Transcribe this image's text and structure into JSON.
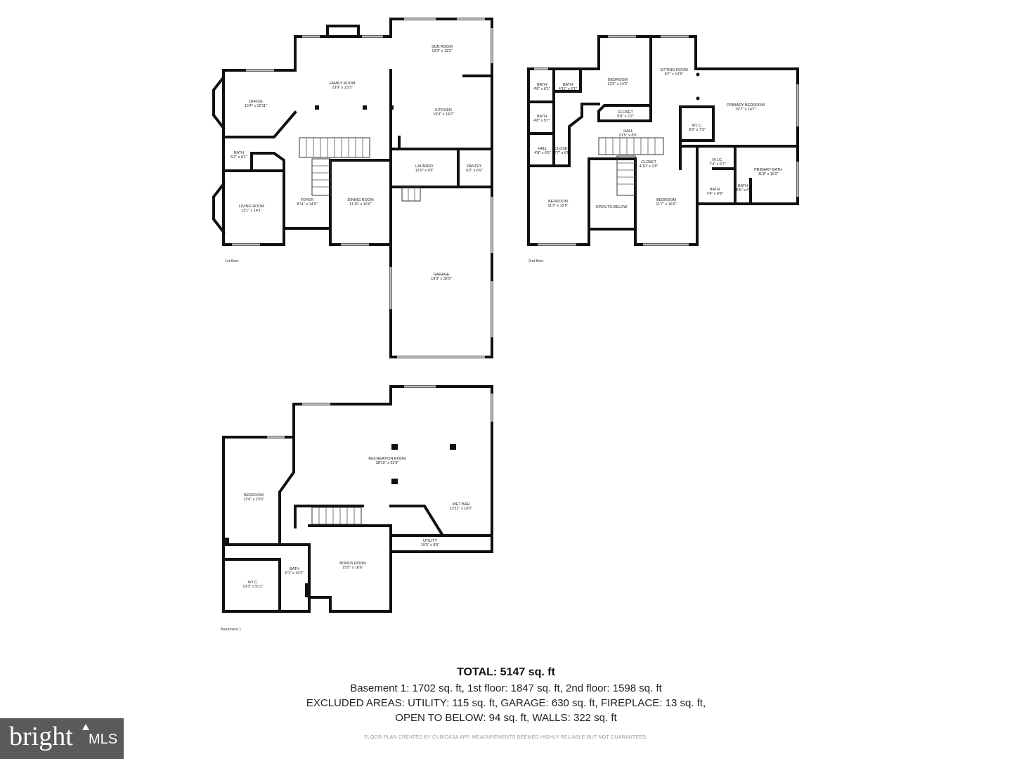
{
  "floors": [
    {
      "label": "1st floor",
      "rooms": [
        {
          "name": "SUN ROOM",
          "dims": "19'3\" x 11'2\""
        },
        {
          "name": "FAMILY ROOM",
          "dims": "23'9\" x 23'3\""
        },
        {
          "name": "OFFICE",
          "dims": "15'4\" x 12'11\""
        },
        {
          "name": "KITCHEN",
          "dims": "19'3\" x 14'2\""
        },
        {
          "name": "BATH",
          "dims": "5'2\" x 6'1\""
        },
        {
          "name": "LAUNDRY",
          "dims": "12'9\" x 9'5\""
        },
        {
          "name": "PANTRY",
          "dims": "6'2\" x 6'9\""
        },
        {
          "name": "FOYER",
          "dims": "8'11\" x 14'0\""
        },
        {
          "name": "DINING ROOM",
          "dims": "11'11\" x 16'6\""
        },
        {
          "name": "LIVING ROOM",
          "dims": "13'1\" x 14'1\""
        },
        {
          "name": "GARAGE",
          "dims": "19'3\" x 32'9\""
        }
      ]
    },
    {
      "label": "2nd floor",
      "rooms": [
        {
          "name": "BATH",
          "dims": "4'8\" x 6'1\""
        },
        {
          "name": "BATH",
          "dims": "4'11\" x 6'1\""
        },
        {
          "name": "BEDROOM",
          "dims": "13'3\" x 14'3\""
        },
        {
          "name": "SITTING ROOM",
          "dims": "8'7\" x 13'5\""
        },
        {
          "name": "PRIMARY BEDROOM",
          "dims": "19'7\" x 14'7\""
        },
        {
          "name": "BATH",
          "dims": "4'8\" x 5'7\""
        },
        {
          "name": "CLOSET",
          "dims": "9'8\" x 2'2\""
        },
        {
          "name": "W.I.C.",
          "dims": "6'2\" x 7'3\""
        },
        {
          "name": "HALL",
          "dims": "21'5\" x 8'6\""
        },
        {
          "name": "HALL",
          "dims": "4'8\" x 6'5\""
        },
        {
          "name": "CLOSET",
          "dims": "2'7\" x 6'5\""
        },
        {
          "name": "W.I.C.",
          "dims": "7'4\" x 6'7\""
        },
        {
          "name": "CLOSET",
          "dims": "4'10\" x 1'8\""
        },
        {
          "name": "PRIMARY BATH",
          "dims": "11'8\" x 11'0\""
        },
        {
          "name": "BATH",
          "dims": "7'4\" x 6'8\""
        },
        {
          "name": "BATH",
          "dims": "5'5\" x 6'"
        },
        {
          "name": "BEDROOM",
          "dims": "11'3\" x 15'6\""
        },
        {
          "name": "OPEN TO BELOW",
          "dims": ""
        },
        {
          "name": "BEDROOM",
          "dims": "11'7\" x 16'6\""
        }
      ]
    },
    {
      "label": "Basement 1",
      "rooms": [
        {
          "name": "RECREATION ROOM",
          "dims": "38'10\" x 23'3\""
        },
        {
          "name": "BEDROOM",
          "dims": "13'6\" x 23'6\""
        },
        {
          "name": "WET BAR",
          "dims": "12'11\" x 10'2\""
        },
        {
          "name": "UTILITY",
          "dims": "19'3\" x 9'5\""
        },
        {
          "name": "BONUS ROOM",
          "dims": "15'5\" x 16'6\""
        },
        {
          "name": "BATH",
          "dims": "6'1\" x 10'2\""
        },
        {
          "name": "W.I.C.",
          "dims": "10'3\" x 9'11\""
        }
      ]
    }
  ],
  "summary": {
    "total": "TOTAL: 5147 sq. ft",
    "line1": "Basement 1: 1702 sq. ft, 1st floor: 1847 sq. ft, 2nd floor: 1598 sq. ft",
    "line2": "EXCLUDED AREAS: UTILITY: 115 sq. ft, GARAGE: 630 sq. ft, FIREPLACE: 13 sq. ft,",
    "line3": "OPEN TO BELOW: 94 sq. ft, WALLS: 322 sq. ft",
    "disclaimer": "FLOOR PLAN CREATED BY CUBICASA APP. MEASUREMENTS DEEMED HIGHLY RELIABLE BUT NOT GUARANTEED."
  },
  "logo": {
    "brand": "bright",
    "suffix": "MLS"
  }
}
